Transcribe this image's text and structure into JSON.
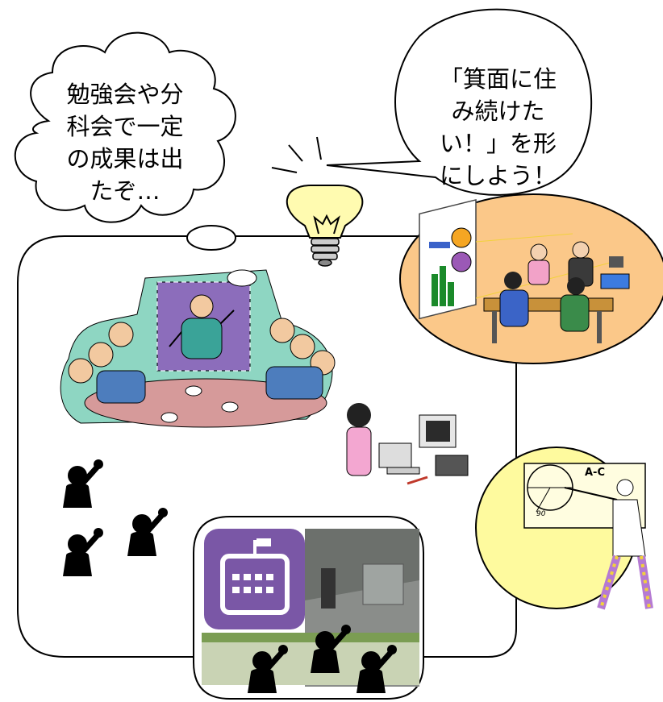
{
  "thought_bubble": {
    "lines": [
      "勉強会や分",
      "科会で一定",
      "の成果は出",
      "たぞ…"
    ]
  },
  "speech_bubble": {
    "lines": [
      "「箕面に住",
      "み続けた",
      "い！」を形",
      "にしよう！"
    ]
  },
  "colors": {
    "school_icon_purple": "#7a57a6",
    "thought_circle_yellow": "#fefa9e",
    "meeting_ellipse_orange": "#fbc889",
    "bulb_yellow": "#fffbb0"
  },
  "icons": [
    "lightbulb-icon",
    "school-building-icon",
    "raised-hand-person-icon"
  ]
}
